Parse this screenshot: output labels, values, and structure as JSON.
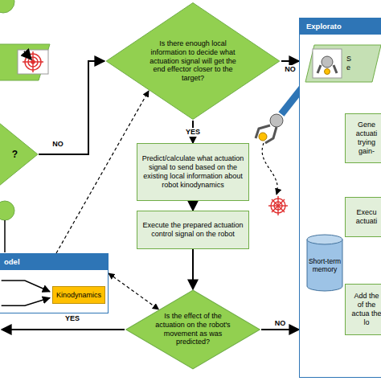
{
  "diagram": {
    "nodes": [
      {
        "text": [
          "?"
        ]
      },
      {
        "text": [
          "Is there enough local information to decide what actuation signal will get the end effector closer to the target?"
        ]
      },
      {
        "text": [
          "Predict/calculate what actuation signal to send based on the existing local information about robot kinodynamics"
        ]
      },
      {
        "text": [
          "Execute the prepared actuation control signal on the robot"
        ]
      },
      {
        "text": [
          "Is the effect of the actuation on the robot's movement as was predicted?"
        ]
      },
      {
        "text": [
          "odel"
        ]
      },
      {
        "text": [
          "Kinodynamics"
        ],
        "in": 5
      },
      {
        "text": [
          "Explorato"
        ]
      },
      {
        "text": [
          "S e"
        ],
        "in": 7
      },
      {
        "text": [
          "Gene actuati trying gain-"
        ],
        "in": 7
      },
      {
        "text": [
          "Execu actuati"
        ],
        "in": 7
      },
      {
        "text": [
          "Short-term memory"
        ],
        "in": 7
      },
      {
        "text": [
          "Add the of the actua the lo"
        ],
        "in": 7
      }
    ],
    "edges": [
      {
        "from": 0,
        "to": 1,
        "arrow": "to",
        "label": "NO"
      },
      {
        "from": 1,
        "to": 7,
        "arrow": "to",
        "label": "NO"
      },
      {
        "from": 1,
        "to": 2,
        "arrow": "to",
        "label": "YES"
      },
      {
        "from": 2,
        "to": 3,
        "arrow": "to"
      },
      {
        "from": 3,
        "to": 4,
        "arrow": "to"
      },
      {
        "from": 4,
        "to": 7,
        "arrow": "to",
        "label": "NO"
      },
      {
        "from": 5,
        "to": 1,
        "arrow": "to"
      },
      {
        "from": 5,
        "to": 4,
        "arrow": "both"
      }
    ],
    "labels": [
      "YES"
    ]
  }
}
